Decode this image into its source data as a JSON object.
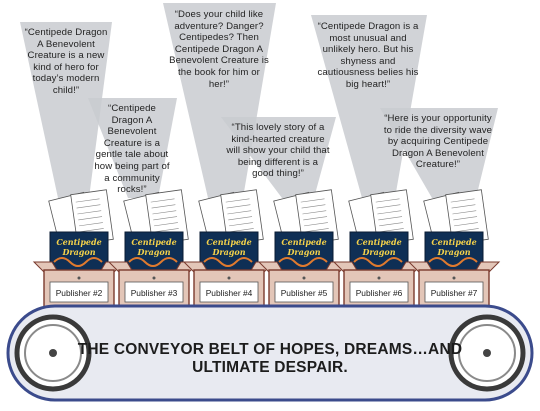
{
  "colors": {
    "spotlight": "#c9cbd0",
    "box_fill": "#e3c6b8",
    "box_stroke": "#7a3b2e",
    "book_bg": "#0f2f55",
    "book_title": "#f5d24a",
    "belt_fill": "#e8eaf1",
    "belt_stroke": "#3b4b8c"
  },
  "quotes": [
    "“Centipede Dragon A Benevolent Creature is a new kind of hero for today’s modern child!”",
    "“Does your child like adventure? Danger? Centipedes? Then Centipede Dragon A Benevolent Creature is the book for him or her!”",
    "“Centipede Dragon is a most unusual and unlikely hero. But his shyness and cautiousness belies his big heart!”",
    "“Centipede Dragon A Benevolent Creature is a gentle tale about how being part of a community rocks!”",
    "“This lovely story of a kind-hearted creature will show your child that being different is a good thing!”",
    "“Here is your opportunity to ride the diversity wave by acquiring Centipede Dragon A Benevolent Creature!”"
  ],
  "publishers": [
    "Publisher #2",
    "Publisher #3",
    "Publisher #4",
    "Publisher #5",
    "Publisher #6",
    "Publisher #7"
  ],
  "book_title": "Centipede Dragon",
  "belt_text": "THE CONVEYOR BELT OF HOPES, DREAMS…AND ULTIMATE DESPAIR."
}
